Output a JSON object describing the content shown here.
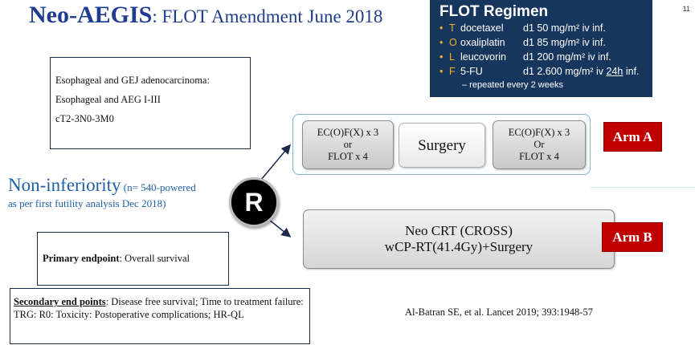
{
  "slide_number": "11",
  "title": {
    "brand": "Neo-AEGIS",
    "rest": ": FLOT Amendment June 2018"
  },
  "regimen": {
    "title": "FLOT Regimen",
    "drugs": [
      {
        "letter": "T",
        "name": "docetaxel",
        "dose": "d1 50 mg/m² iv inf."
      },
      {
        "letter": "O",
        "name": "oxaliplatin",
        "dose": "d1 85 mg/m² iv inf."
      },
      {
        "letter": "L",
        "name": "leucovorin",
        "dose": "d1 200 mg/m² iv inf."
      },
      {
        "letter": "F",
        "name": "5-FU",
        "dose_pre": "d1 2.600 mg/m² iv ",
        "dose_underlined": "24h",
        "dose_post": " inf."
      }
    ],
    "note": "– repeated every 2 weeks"
  },
  "inclusion": {
    "lines": [
      "Esophageal and GEJ  adenocarcinoma:",
      "Esophageal  and AEG I-III",
      "cT2-3N0-3M0"
    ]
  },
  "noninferiority": {
    "big": "Non-inferiority",
    "small": " (n= 540-powered",
    "line2": "as per first futility analysis Dec 2018)"
  },
  "randomization": {
    "letter": "R"
  },
  "arm_a": {
    "label": "Arm A",
    "pre": [
      "EC(O)F(X) x 3",
      "or",
      "FLOT x 4"
    ],
    "surgery": "Surgery",
    "post": [
      "EC(O)F(X) x 3",
      "Or",
      "FLOT x 4"
    ]
  },
  "arm_b": {
    "label": "Arm B",
    "lines": [
      "Neo CRT (CROSS)",
      "wCP-RT(41.4Gy)+Surgery"
    ]
  },
  "primary": {
    "label": "Primary endpoint",
    "value": ":  Overall survival"
  },
  "secondary": {
    "label": "Secondary end points",
    "text": ": Disease free survival; Time to treatment failure: TRG: R0: Toxicity: Postoperative complications; HR-QL"
  },
  "citation": "Al-Batran SE, et al. Lancet 2019; 393:1948-57",
  "colors": {
    "title": "#1f3c8f",
    "regimen_bg": "#17365d",
    "accent": "#f0b323",
    "arm_label": "#c00000",
    "noninferiority": "#1f5fa8"
  }
}
